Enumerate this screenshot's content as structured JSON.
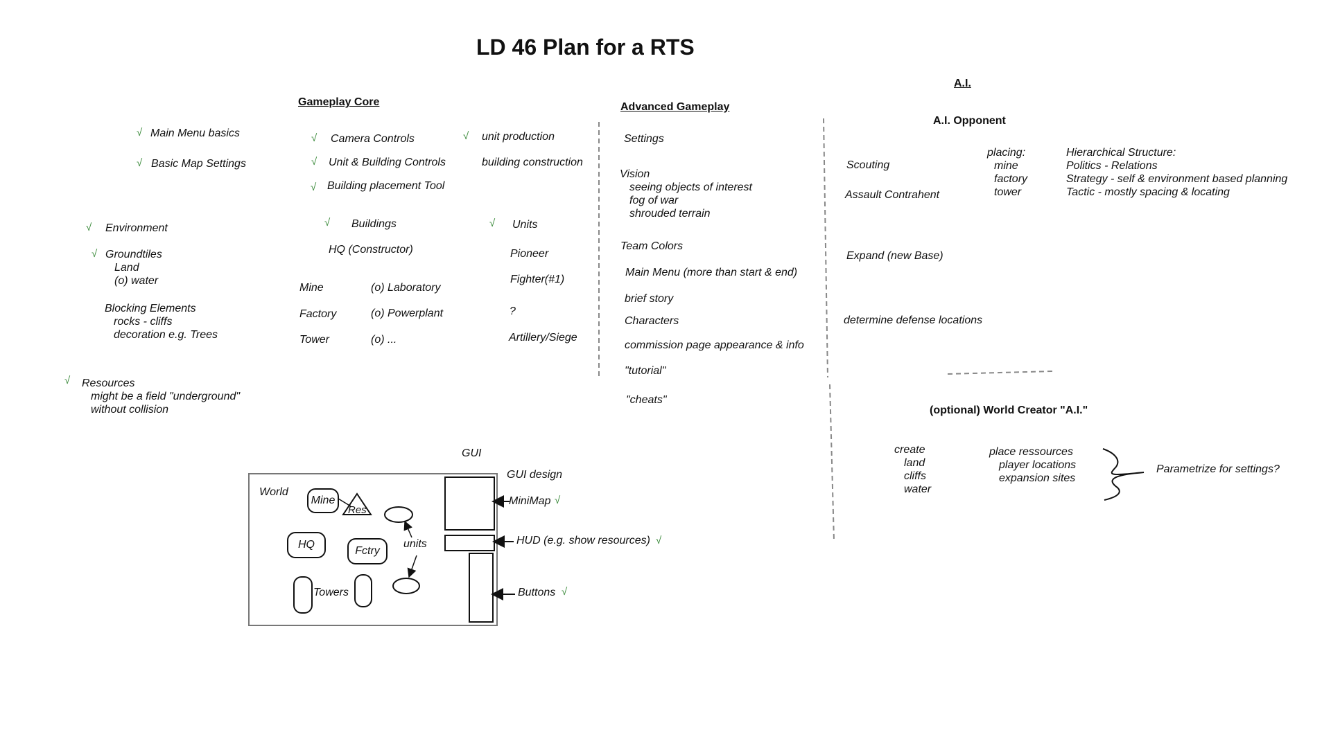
{
  "title": "LD 46 Plan for a RTS",
  "check": "√",
  "left": {
    "main_menu_basics": "Main Menu basics",
    "basic_map_settings": "Basic Map Settings",
    "environment": "Environment",
    "groundtiles": [
      "Groundtiles",
      "Land",
      "(o) water"
    ],
    "blocking": [
      "Blocking Elements",
      "rocks - cliffs",
      "decoration e.g. Trees"
    ],
    "resources": [
      "Resources",
      "might be a field \"underground\"",
      "without collision"
    ]
  },
  "core": {
    "heading": "Gameplay Core",
    "camera": "Camera Controls",
    "unit_building": "Unit & Building Controls",
    "placement": "Building placement Tool",
    "unit_production": "unit production",
    "building_construction": "building construction",
    "buildings": "Buildings",
    "hq": "HQ (Constructor)",
    "mine": "Mine",
    "factory": "Factory",
    "tower": "Tower",
    "laboratory": "(o) Laboratory",
    "powerplant": "(o) Powerplant",
    "more": "(o) ...",
    "units": "Units",
    "pioneer": "Pioneer",
    "fighter": "Fighter(#1)",
    "question": "?",
    "artillery": "Artillery/Siege"
  },
  "advanced": {
    "heading": "Advanced Gameplay",
    "settings": "Settings",
    "vision": [
      "Vision",
      "seeing objects of interest",
      "fog of war",
      "shrouded terrain"
    ],
    "team_colors": "Team Colors",
    "main_menu": "Main Menu (more than start & end)",
    "brief_story": "brief story",
    "characters": "Characters",
    "commission": "commission page appearance & info",
    "tutorial": "\"tutorial\"",
    "cheats": "\"cheats\""
  },
  "ai": {
    "heading": "A.I.",
    "opponent": "A.I. Opponent",
    "scouting": "Scouting",
    "assault": "Assault Contrahent",
    "expand": "Expand (new Base)",
    "defense": "determine defense locations",
    "placing": [
      "placing:",
      "mine",
      "factory",
      "tower"
    ],
    "hierarchy": [
      "Hierarchical Structure:",
      "Politics - Relations",
      "Strategy - self & environment based planning",
      "Tactic - mostly spacing & locating"
    ],
    "world_creator": "(optional) World Creator \"A.I.\"",
    "create": [
      "create",
      "land",
      "cliffs",
      "water"
    ],
    "place": [
      "place ressources",
      "player locations",
      "expansion sites"
    ],
    "parametrize": "Parametrize for settings?"
  },
  "gui": {
    "label": "GUI",
    "design": "GUI design",
    "world": "World",
    "mine": "Mine",
    "res": "Res",
    "hq": "HQ",
    "fctry": "Fctry",
    "units": "units",
    "towers": "Towers",
    "minimap": "MiniMap",
    "hud": "HUD (e.g. show resources)",
    "buttons": "Buttons"
  }
}
